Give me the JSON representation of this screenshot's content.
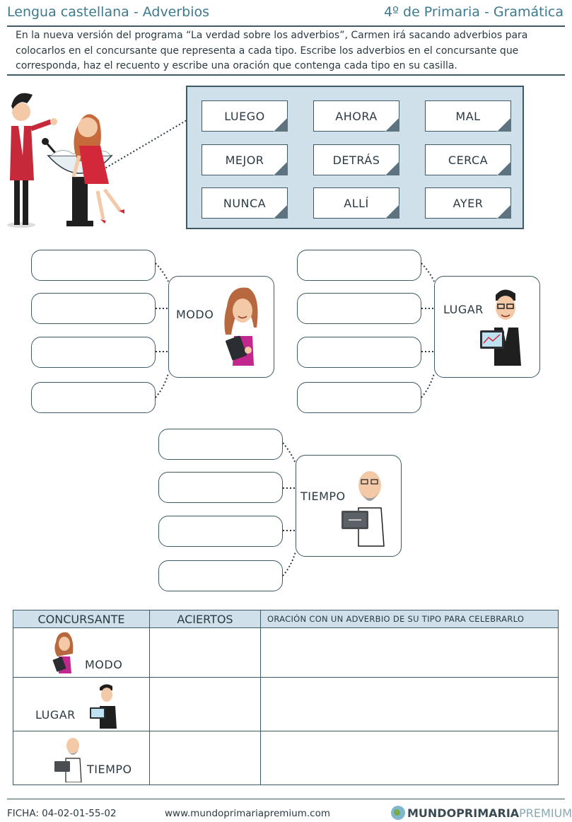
{
  "header": {
    "left_title": "Lengua castellana - Adverbios",
    "right_title": "4º de Primaria - Gramática"
  },
  "instructions": "En la nueva versión del programa “La verdad sobre los adverbios”, Carmen irá sacando adverbios para colocarlos en el concursante que representa a cada tipo. Escribe los adverbios en el concursante que corresponda, haz el recuento y escribe una oración que contenga cada tipo en su casilla.",
  "words": [
    "LUEGO",
    "AHORA",
    "MAL",
    "MEJOR",
    "DETRÁS",
    "CERCA",
    "NUNCA",
    "ALLÍ",
    "AYER"
  ],
  "contestants": {
    "modo": "MODO",
    "lugar": "LUGAR",
    "tiempo": "TIEMPO"
  },
  "table": {
    "headers": [
      "CONCURSANTE",
      "ACIERTOS",
      "ORACIÓN CON UN ADVERBIO DE SU TIPO PARA CELEBRARLO"
    ],
    "rows": [
      "MODO",
      "LUGAR",
      "TIEMPO"
    ]
  },
  "footer": {
    "ficha": "FICHA:  04-02-01-55-02",
    "website": "www.mundoprimariapremium.com",
    "brand_main": "MUNDOPRIMARIA",
    "brand_premium": "PREMIUM"
  },
  "colors": {
    "accent": "#3d7a8f",
    "border": "#3d5a66",
    "panel": "#cfe0ea"
  }
}
